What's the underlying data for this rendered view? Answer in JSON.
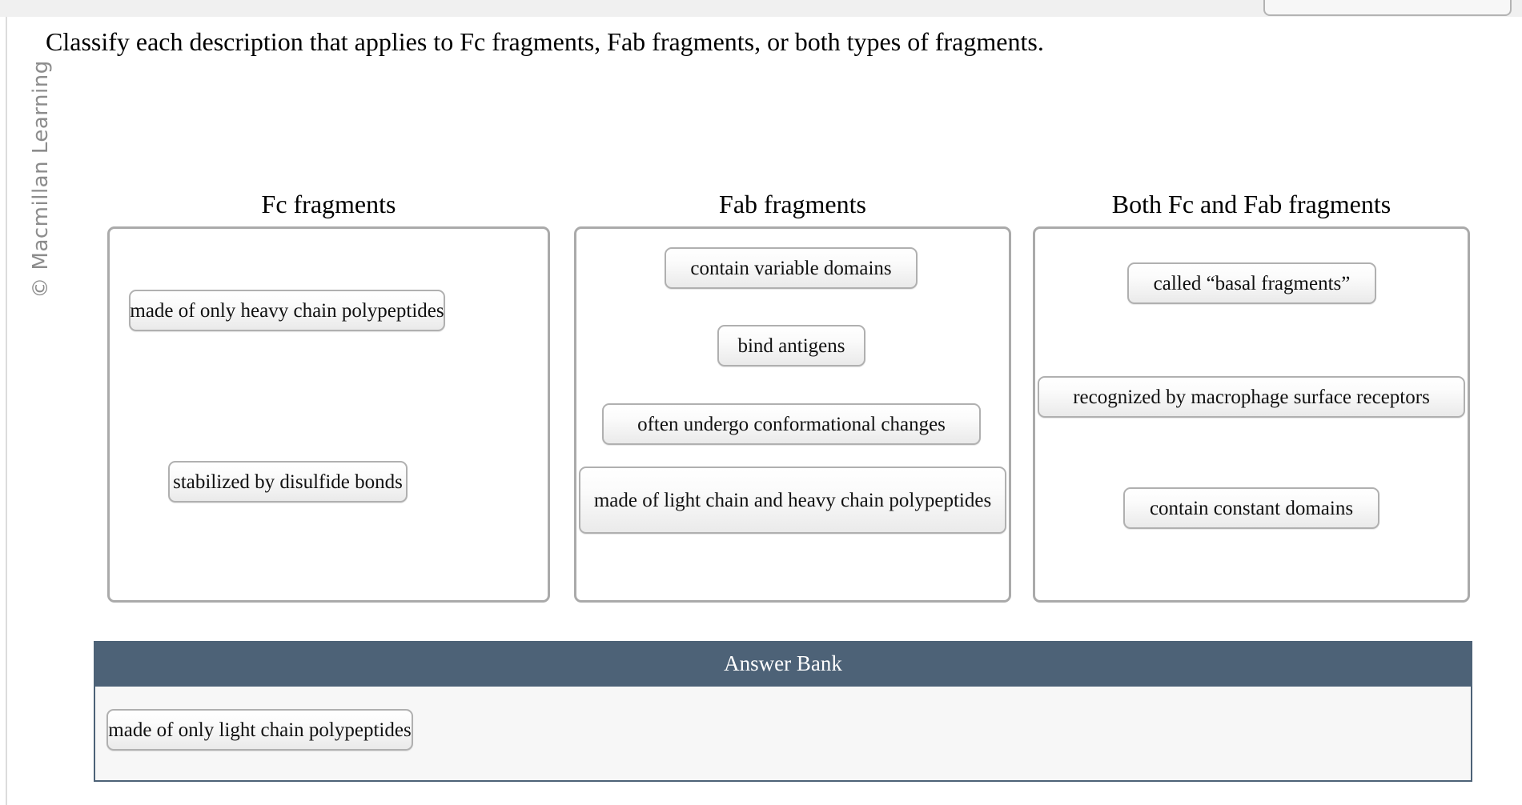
{
  "prompt": "Classify each description that applies to Fc fragments, Fab fragments, or both types of fragments.",
  "watermark": "© Macmillan Learning",
  "colors": {
    "answer_bank_header_bg": "#4d6277",
    "dropbox_border": "#aaaaaa",
    "tile_border": "#b0b0b0",
    "page_background": "#ffffff",
    "top_strip": "#f0f0f0"
  },
  "columns": [
    {
      "title": "Fc fragments",
      "tiles": [
        {
          "label": "made of only heavy chain polypeptides"
        },
        {
          "label": "stabilized by disulfide bonds"
        }
      ]
    },
    {
      "title": "Fab fragments",
      "tiles": [
        {
          "label": "contain variable domains"
        },
        {
          "label": "bind antigens"
        },
        {
          "label": "often undergo conformational changes"
        },
        {
          "label": "made of light chain and heavy chain polypeptides"
        }
      ]
    },
    {
      "title": "Both Fc and Fab fragments",
      "tiles": [
        {
          "label": "called “basal fragments”"
        },
        {
          "label": "recognized by macrophage surface receptors"
        },
        {
          "label": "contain constant domains"
        }
      ]
    }
  ],
  "answer_bank": {
    "title": "Answer Bank",
    "tiles": [
      {
        "label": "made of only light chain polypeptides"
      }
    ]
  }
}
